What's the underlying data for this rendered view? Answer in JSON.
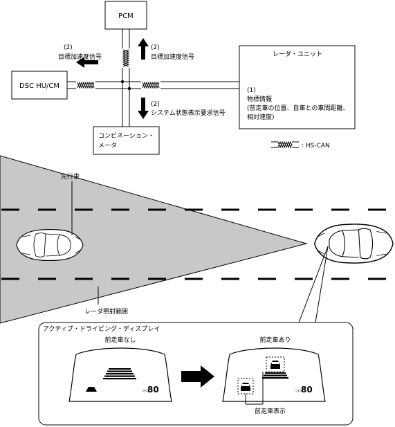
{
  "system": {
    "pcm": "PCM",
    "dsc": "DSC HU/CM",
    "radar_unit": "レーダ・ユニット",
    "combination_meter_line1": "コンビネーション・",
    "combination_meter_line2": "メータ",
    "signal_target_accel_left_num": "(2)",
    "signal_target_accel_left": "目標加速度信号",
    "signal_target_accel_right_num": "(2)",
    "signal_target_accel_right": "目標加速度信号",
    "signal_status_num": "(2)",
    "signal_status": "システム状態表示要求信号",
    "object_info_num": "(1)",
    "object_info_title": "物標情報",
    "object_info_line1": "(前走車の位置、自車との車間距離、",
    "object_info_line2": "相対速度)",
    "legend_label": ": HS-CAN"
  },
  "road": {
    "preceding_vehicle": "先行車",
    "radar_range": "レーダ照射範囲"
  },
  "display": {
    "title": "アクティブ・ドライビング・ディスプレイ",
    "no_vehicle": "前走車なし",
    "with_vehicle": "前走車あり",
    "vehicle_display": "前走車表示",
    "speed_left": "80",
    "speed_right": "80"
  },
  "colors": {
    "radar_fill": "#c8c8c8",
    "line": "#000000"
  },
  "icons": {
    "arrow": "arrow-icon",
    "twisted_pair": "twisted-pair-icon",
    "car": "car-icon"
  }
}
